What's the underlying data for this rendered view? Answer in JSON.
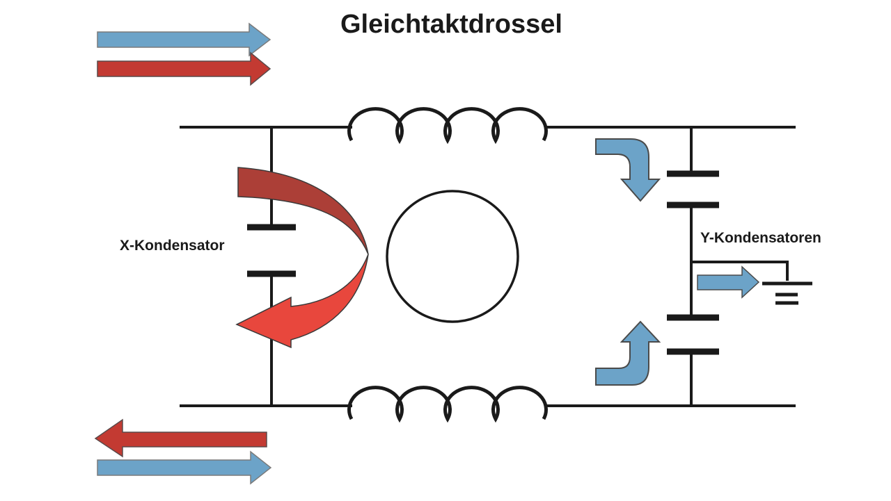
{
  "title": "Gleichtaktdrossel",
  "labels": {
    "x_capacitor": "X-Kondensator",
    "y_capacitors": "Y-Kondensatoren"
  },
  "colors": {
    "arrow_blue": "#6CA3C8",
    "arrow_red": "#C33A32",
    "ribbon_dark_red": "#AC3F37",
    "ribbon_bright_red": "#E8473D",
    "wire_black": "#1A1A1A",
    "outline_gray": "#6E6E6E",
    "background": "#FFFFFF"
  }
}
